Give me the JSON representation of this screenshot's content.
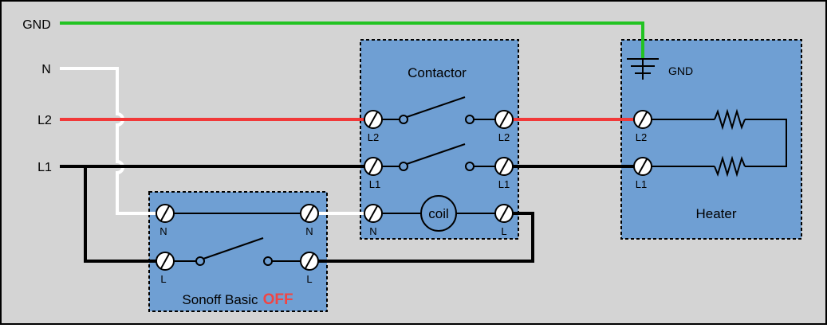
{
  "supply": {
    "gnd": "GND",
    "n": "N",
    "l2": "L2",
    "l1": "L1"
  },
  "contactor": {
    "title": "Contactor",
    "coil": "coil",
    "terminals": {
      "l2_in": "L2",
      "l2_out": "L2",
      "l1_in": "L1",
      "l1_out": "L1",
      "n": "N",
      "l": "L"
    }
  },
  "heater": {
    "title": "Heater",
    "gnd": "GND",
    "terminals": {
      "l2": "L2",
      "l1": "L1"
    }
  },
  "sonoff": {
    "name": "Sonoff Basic",
    "state": "OFF",
    "terminals": {
      "n_in": "N",
      "n_out": "N",
      "l_in": "L",
      "l_out": "L"
    }
  },
  "colors": {
    "background": "#d4d4d4",
    "panel": "#6f9fd3",
    "gnd_wire": "#22c322",
    "l2_wire": "#f13838",
    "l1_wire": "#000000",
    "n_wire": "#ffffff",
    "state_off": "#f04545"
  }
}
